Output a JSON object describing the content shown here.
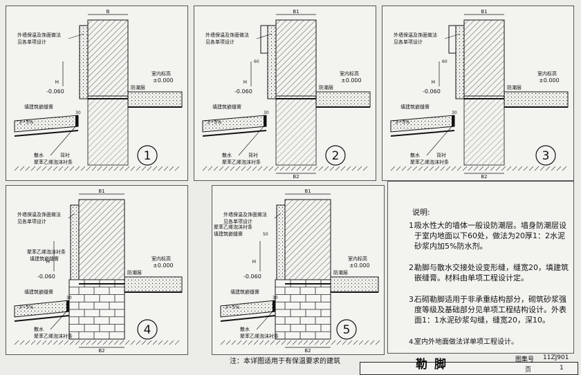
{
  "details": [
    {
      "id": "1",
      "labels": {
        "width": "B",
        "finish": "外墙保温及饰面做法",
        "finish2": "见各单项设计",
        "h": "H",
        "level_out": "-0.060",
        "dpc": "防潮层",
        "level_in_t": "室内标高",
        "level_in_v": "±0.000",
        "joint": "填建筑嵌缝膏",
        "slope": "3~5%",
        "apron": "散水",
        "backing": "背衬",
        "strip": "聚苯乙烯泡沫衬条",
        "d30": "30"
      }
    },
    {
      "id": "2",
      "labels": {
        "width": "B1",
        "finish": "外墙保温及饰面做法",
        "finish2": "见各单项设计",
        "d60": "60",
        "h": "H",
        "level_out": "-0.060",
        "dpc": "防潮层",
        "level_in_t": "室内标高",
        "level_in_v": "±0.000",
        "joint": "填建筑嵌缝膏",
        "slope": "3~5%",
        "apron": "散水",
        "backing": "背衬",
        "strip": "聚苯乙烯泡沫衬条",
        "d30": "30",
        "width2": "B2"
      }
    },
    {
      "id": "3",
      "labels": {
        "width": "B1",
        "finish": "外墙保温及饰面做法",
        "finish2": "见各单项设计",
        "d60": "60",
        "h": "H",
        "level_out": "-0.060",
        "dpc": "防潮层",
        "level_in_t": "室内标高",
        "level_in_v": "±0.000",
        "joint": "填建筑嵌缝膏",
        "slope": "3~5%",
        "apron": "散水",
        "backing": "背衬",
        "strip": "聚苯乙烯泡沫衬条",
        "d30": "30",
        "width2": "B2"
      }
    },
    {
      "id": "4",
      "labels": {
        "width": "B1",
        "finish": "外墙保温及饰面做法",
        "finish2": "见各单项设计",
        "h": "H",
        "foam": "聚苯乙烯泡沫衬条",
        "joint_top": "填建筑嵌缝膏",
        "level_out": "-0.060",
        "dpc": "防潮层",
        "level_in_t": "室内标高",
        "level_in_v": "±0.000",
        "joint": "填建筑嵌缝膏",
        "slope": "3~5%",
        "apron": "散水",
        "strip": "聚苯乙烯泡沫衬条",
        "d30": "30",
        "width2": "B2"
      }
    },
    {
      "id": "5",
      "labels": {
        "width": "B1",
        "finish": "外墙保温及饰面做法",
        "finish2": "见各单项设计",
        "foam": "聚苯乙烯泡沫衬条",
        "joint_top": "填建筑嵌缝膏",
        "d50": "50",
        "h": "H",
        "level_out": "-0.060",
        "dpc": "防潮层",
        "level_in_t": "室内标高",
        "level_in_v": "±0.000",
        "joint": "填建筑嵌缝膏",
        "slope": "3~5%",
        "apron": "散水",
        "strip": "聚苯乙烯泡沫衬条",
        "d30": "30",
        "width2": "B2"
      }
    }
  ],
  "notes": {
    "title": "说明:",
    "items": [
      {
        "num": "1.",
        "text": "吸水性大的墙体一般设防潮层。墙身防潮层设于室内地面以下60处，做法为20厚1：2水泥砂浆内加5%防水剂。"
      },
      {
        "num": "2.",
        "text": "勒脚与散水交接处设变形缝，缝宽20，填建筑嵌缝膏。材料由单项工程设计定。"
      },
      {
        "num": "3.",
        "text": "石砌勒脚适用于非承重结构部分，砌筑砂浆强度等级及基础部分见单项工程结构设计。外表面1：1水泥砂浆勾缝，缝宽20，深10。"
      },
      {
        "num": "4.",
        "text": "室内外地面做法详单项工程设计。"
      }
    ]
  },
  "footnote": "注：本详图适用于有保温要求的建筑",
  "title_block": {
    "title": "勒脚",
    "atlas_label": "图集号",
    "atlas_no": "11ZJ901",
    "page_label": "页",
    "page_no": "1"
  },
  "colors": {
    "line": "#111111",
    "paper": "#f3f3ef",
    "frame": "#555555"
  }
}
